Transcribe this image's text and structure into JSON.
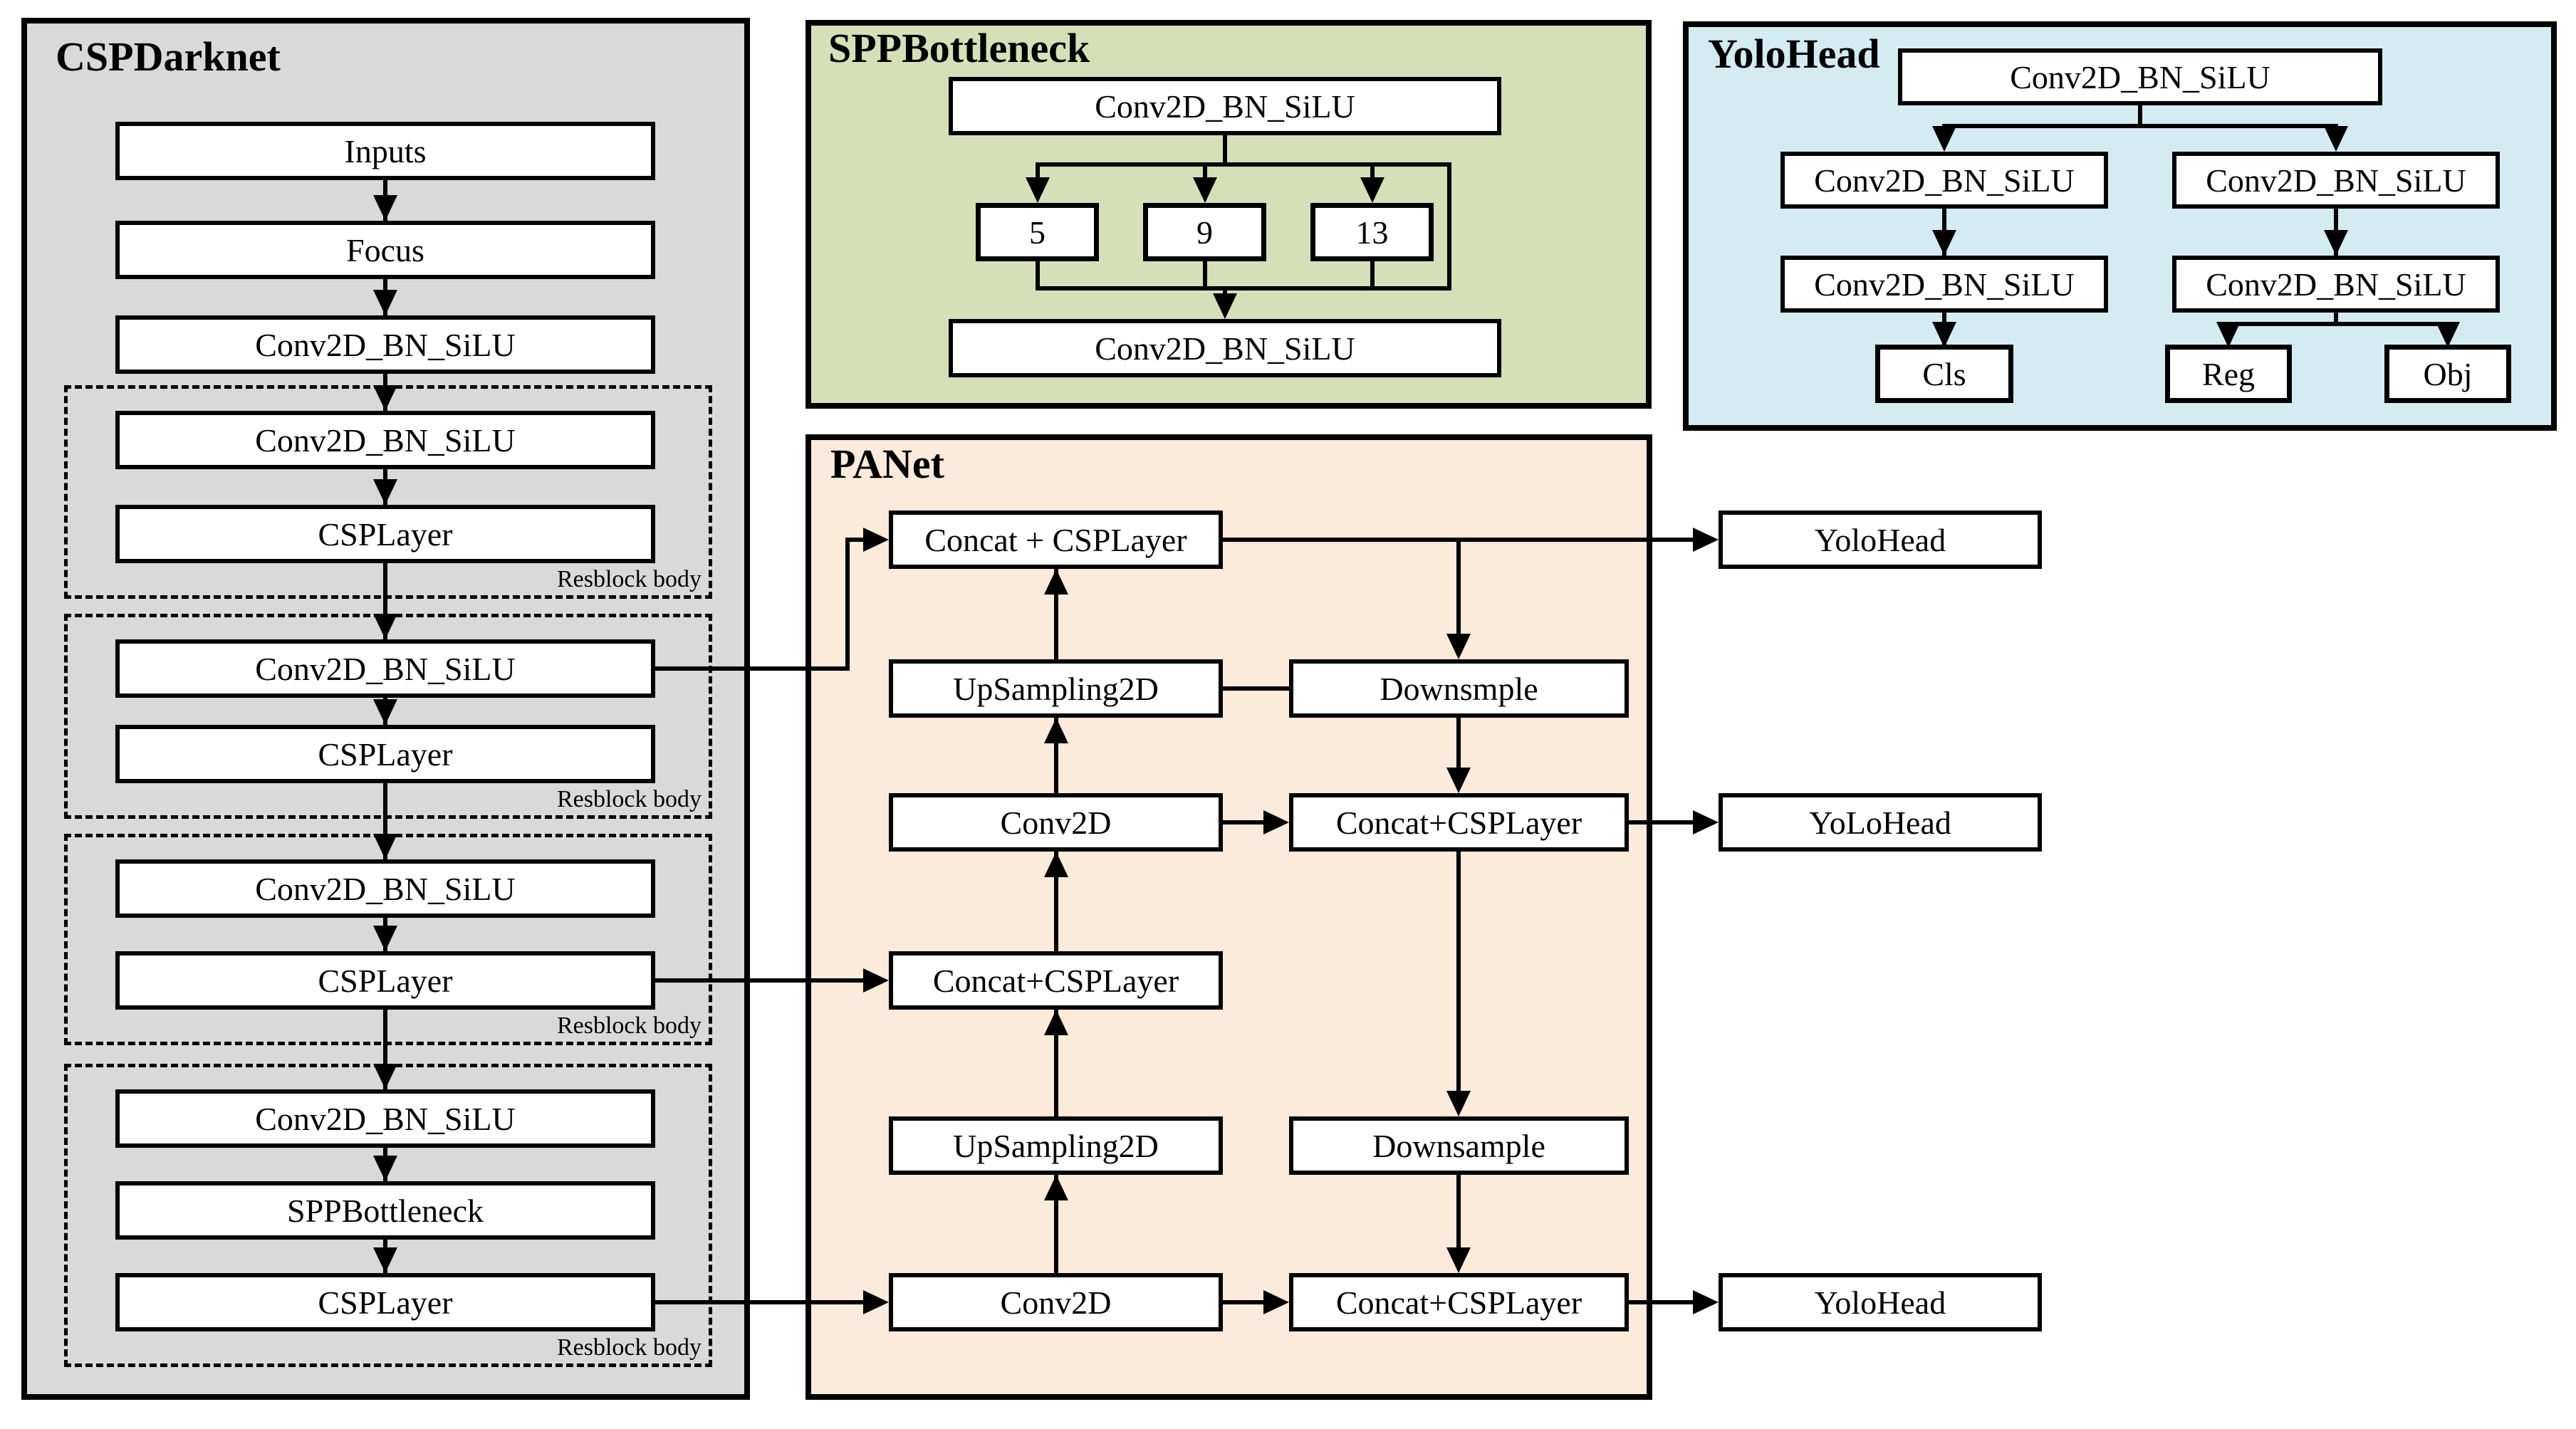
{
  "colors": {
    "backbone_bg": "#d9d9d9",
    "spp_bg": "#d6e0b8",
    "yolohead_bg": "#d4ebf2",
    "panet_bg": "#fceadb",
    "node_bg": "#ffffff",
    "line": "#000000"
  },
  "backbone": {
    "title": "CSPDarknet",
    "resblock_label": "Resblock body",
    "nodes": [
      "Inputs",
      "Focus",
      "Conv2D_BN_SiLU",
      "Conv2D_BN_SiLU",
      "CSPLayer",
      "Conv2D_BN_SiLU",
      "CSPLayer",
      "Conv2D_BN_SiLU",
      "CSPLayer",
      "Conv2D_BN_SiLU",
      "SPPBottleneck",
      "CSPLayer"
    ]
  },
  "spp": {
    "title": "SPPBottleneck",
    "conv_in": "Conv2D_BN_SiLU",
    "pools": [
      "5",
      "9",
      "13"
    ],
    "conv_out": "Conv2D_BN_SiLU"
  },
  "head_detail": {
    "title": "YoloHead",
    "stem": "Conv2D_BN_SiLU",
    "branch_convs": [
      "Conv2D_BN_SiLU",
      "Conv2D_BN_SiLU",
      "Conv2D_BN_SiLU",
      "Conv2D_BN_SiLU"
    ],
    "outputs": [
      "Cls",
      "Reg",
      "Obj"
    ]
  },
  "panet": {
    "title": "PANet",
    "left_nodes": [
      "Concat + CSPLayer",
      "UpSampling2D",
      "Conv2D",
      "Concat+CSPLayer",
      "UpSampling2D",
      "Conv2D"
    ],
    "right_nodes": [
      "Downsmple",
      "Concat+CSPLayer",
      "Downsample",
      "Concat+CSPLayer"
    ]
  },
  "head_outputs": [
    "YoloHead",
    "YoLoHead",
    "YoloHead"
  ]
}
